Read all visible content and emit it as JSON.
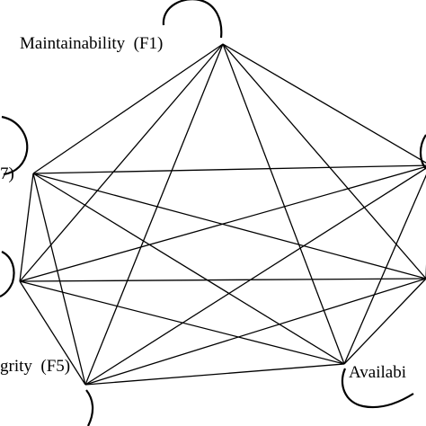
{
  "diagram": {
    "nodes": [
      {
        "id": "F1",
        "label": "Maintainability  (F1)"
      },
      {
        "id": "F2",
        "label": ""
      },
      {
        "id": "F3",
        "label": ""
      },
      {
        "id": "F4",
        "label": "Availabi"
      },
      {
        "id": "F5",
        "label": "grity  (F5)"
      },
      {
        "id": "F6",
        "label": ""
      },
      {
        "id": "F7",
        "label": "7)"
      }
    ],
    "edges": "complete graph with self-loops on every node",
    "colors": {
      "line": "#000000",
      "background": "#ffffff"
    }
  }
}
